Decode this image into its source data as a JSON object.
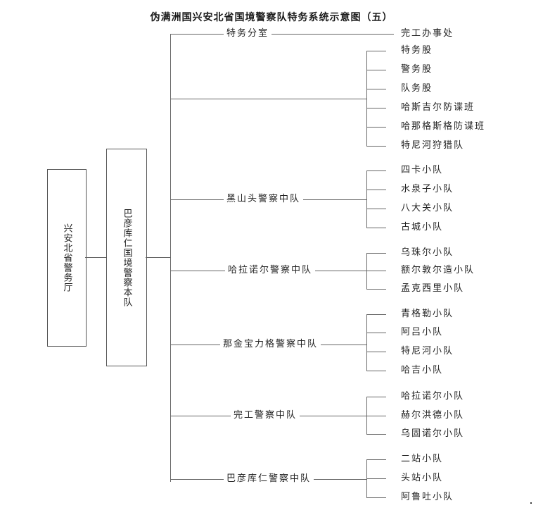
{
  "title": "伪满洲国兴安北省国境警察队特务系统示意图（五）",
  "root": "兴安北省警务厅",
  "level1": "巴彦库仁国境警察本队",
  "branches": [
    {
      "label": "特务分室",
      "children": [
        "完工办事处"
      ]
    },
    {
      "label": "",
      "children": [
        "特务股",
        "警务股",
        "队务股",
        "哈斯吉尔防谍班",
        "哈那格斯格防谍班",
        "特尼河狩猎队"
      ]
    },
    {
      "label": "黑山头警察中队",
      "children": [
        "四卡小队",
        "水泉子小队",
        "八大关小队",
        "古城小队"
      ]
    },
    {
      "label": "哈拉诺尔警察中队",
      "children": [
        "乌珠尔小队",
        "额尔敦尔造小队",
        "孟克西里小队"
      ]
    },
    {
      "label": "那金宝力格警察中队",
      "children": [
        "青格勒小队",
        "阿吕小队",
        "特尼河小队",
        "哈吉小队"
      ]
    },
    {
      "label": "完工警察中队",
      "children": [
        "哈拉诺尔小队",
        "赫尔洪德小队",
        "乌固诺尔小队"
      ]
    },
    {
      "label": "巴彦库仁警察中队",
      "children": [
        "二站小队",
        "头站小队",
        "阿鲁吐小队"
      ]
    }
  ]
}
